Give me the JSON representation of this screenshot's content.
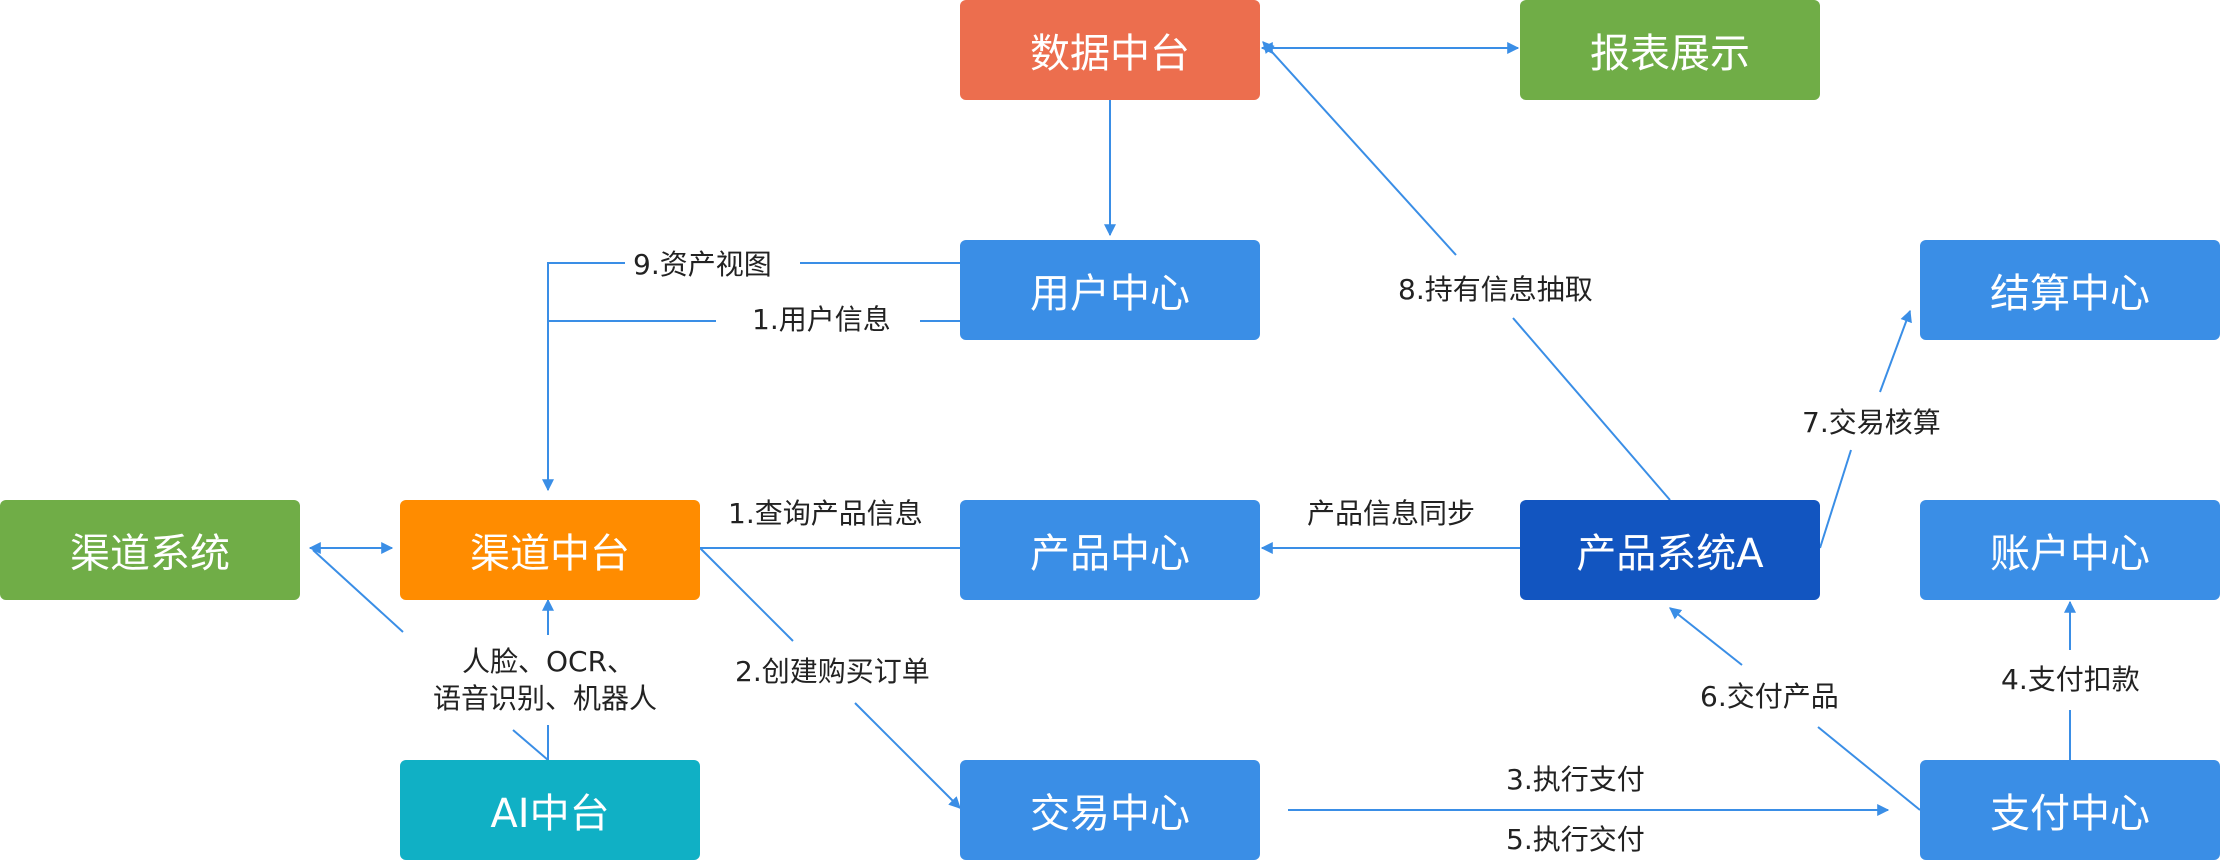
{
  "nodes": {
    "data_center": {
      "label": "数据中台",
      "color": "#ec6e4e"
    },
    "report": {
      "label": "报表展示",
      "color": "#70ad47"
    },
    "user_center": {
      "label": "用户中心",
      "color": "#3a8ee6"
    },
    "settlement": {
      "label": "结算中心",
      "color": "#3a8ee6"
    },
    "channel_system": {
      "label": "渠道系统",
      "color": "#70ad47"
    },
    "channel_center": {
      "label": "渠道中台",
      "color": "#ff8c00"
    },
    "product_center": {
      "label": "产品中心",
      "color": "#3a8ee6"
    },
    "product_system_a": {
      "label": "产品系统A",
      "color": "#1255c0"
    },
    "account_center": {
      "label": "账户中心",
      "color": "#3a8ee6"
    },
    "ai_center": {
      "label": "AI中台",
      "color": "#10b0c5"
    },
    "trade_center": {
      "label": "交易中心",
      "color": "#3a8ee6"
    },
    "pay_center": {
      "label": "支付中心",
      "color": "#3a8ee6"
    }
  },
  "labels": {
    "asset_view": "9.资产视图",
    "user_info": "1.用户信息",
    "hold_info": "8.持有信息抽取",
    "query_product": "1.查询产品信息",
    "product_sync": "产品信息同步",
    "settle": "7.交易核算",
    "ai_line1": "人脸、OCR、",
    "ai_line2": "语音识别、机器人",
    "create_order": "2.创建购买订单",
    "deliver_product": "6.交付产品",
    "pay_deduct": "4.支付扣款",
    "exec_pay": "3.执行支付",
    "exec_deliver": "5.执行交付"
  },
  "arrow_color": "#3a8ee6"
}
